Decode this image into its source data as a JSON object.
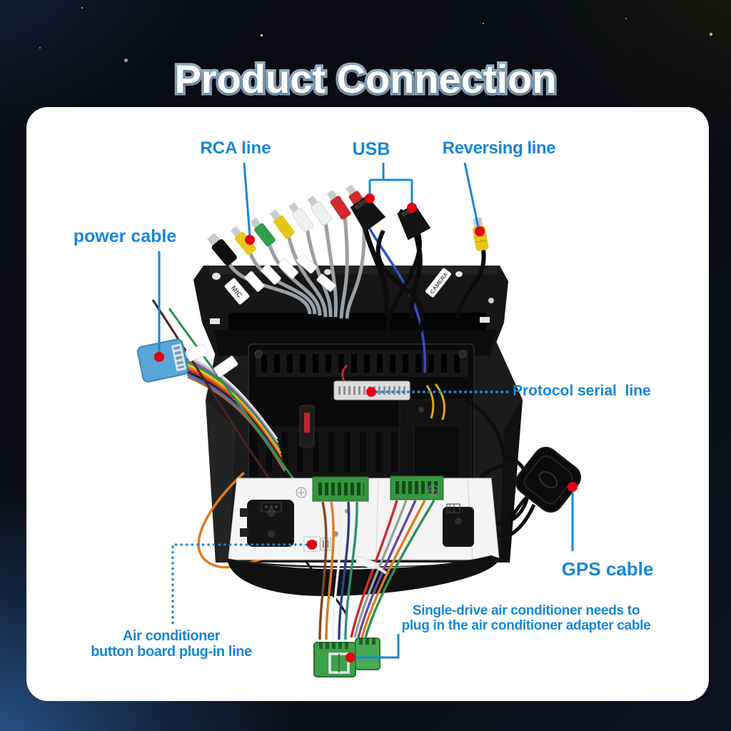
{
  "title": "Product Connection",
  "colors": {
    "label_blue": "#1787d5",
    "marker_red": "#e60012",
    "title_fill": "#ffffff",
    "title_outline": "#93b3c9",
    "card_bg": "#ffffff"
  },
  "labels": {
    "rca": "RCA line",
    "usb": "USB",
    "reversing": "Reversing line",
    "power": "power cable",
    "protocol": "Protocol serial  line",
    "gps": "GPS cable",
    "aircon_line1": "Air conditioner",
    "aircon_line2": "button board plug-in line",
    "single_drive_line1": "Single-drive air conditioner needs to",
    "single_drive_line2": "plug in the air conditioner adapter cable"
  },
  "device": {
    "cable_tags": [
      "MIC",
      "CAMERA"
    ]
  }
}
